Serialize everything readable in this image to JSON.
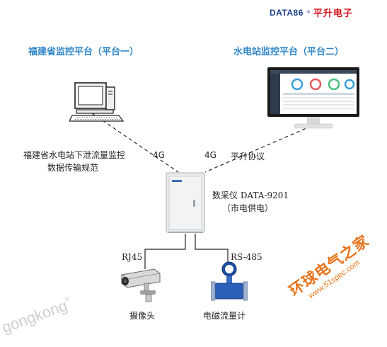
{
  "brand": {
    "name": "DATA86",
    "reg": "®",
    "chinese": "平升电子"
  },
  "platforms": {
    "left": "福建省监控平台（平台一）",
    "right": "水电站监控平台（平台二）"
  },
  "links": {
    "left_4g": "4G",
    "right_4g": "4G",
    "left_desc_line1": "福建省水电站下泄流量监控",
    "left_desc_line2": "数据传输规范",
    "right_desc": "平升协议"
  },
  "device": {
    "name": "数采仪 DATA-9201",
    "power": "（市电供电）"
  },
  "interfaces": {
    "camera_port": "RJ45",
    "meter_port": "RS-485"
  },
  "peripherals": {
    "camera": "摄像头",
    "meter": "电磁流量计"
  },
  "watermarks": {
    "left": "gongkong",
    "left_reg": "®",
    "right_cn": "环球电气之家",
    "right_url": "www.51spec.com"
  },
  "colors": {
    "title_blue": "#2f86c8",
    "brand_blue": "#1d3f8a",
    "brand_red": "#d4181f",
    "watermark_orange": "#e8731a"
  },
  "icons": [
    "desktop-computer-icon",
    "monitor-dashboard-icon",
    "data-logger-cabinet-icon",
    "cctv-camera-icon",
    "flow-meter-icon"
  ]
}
